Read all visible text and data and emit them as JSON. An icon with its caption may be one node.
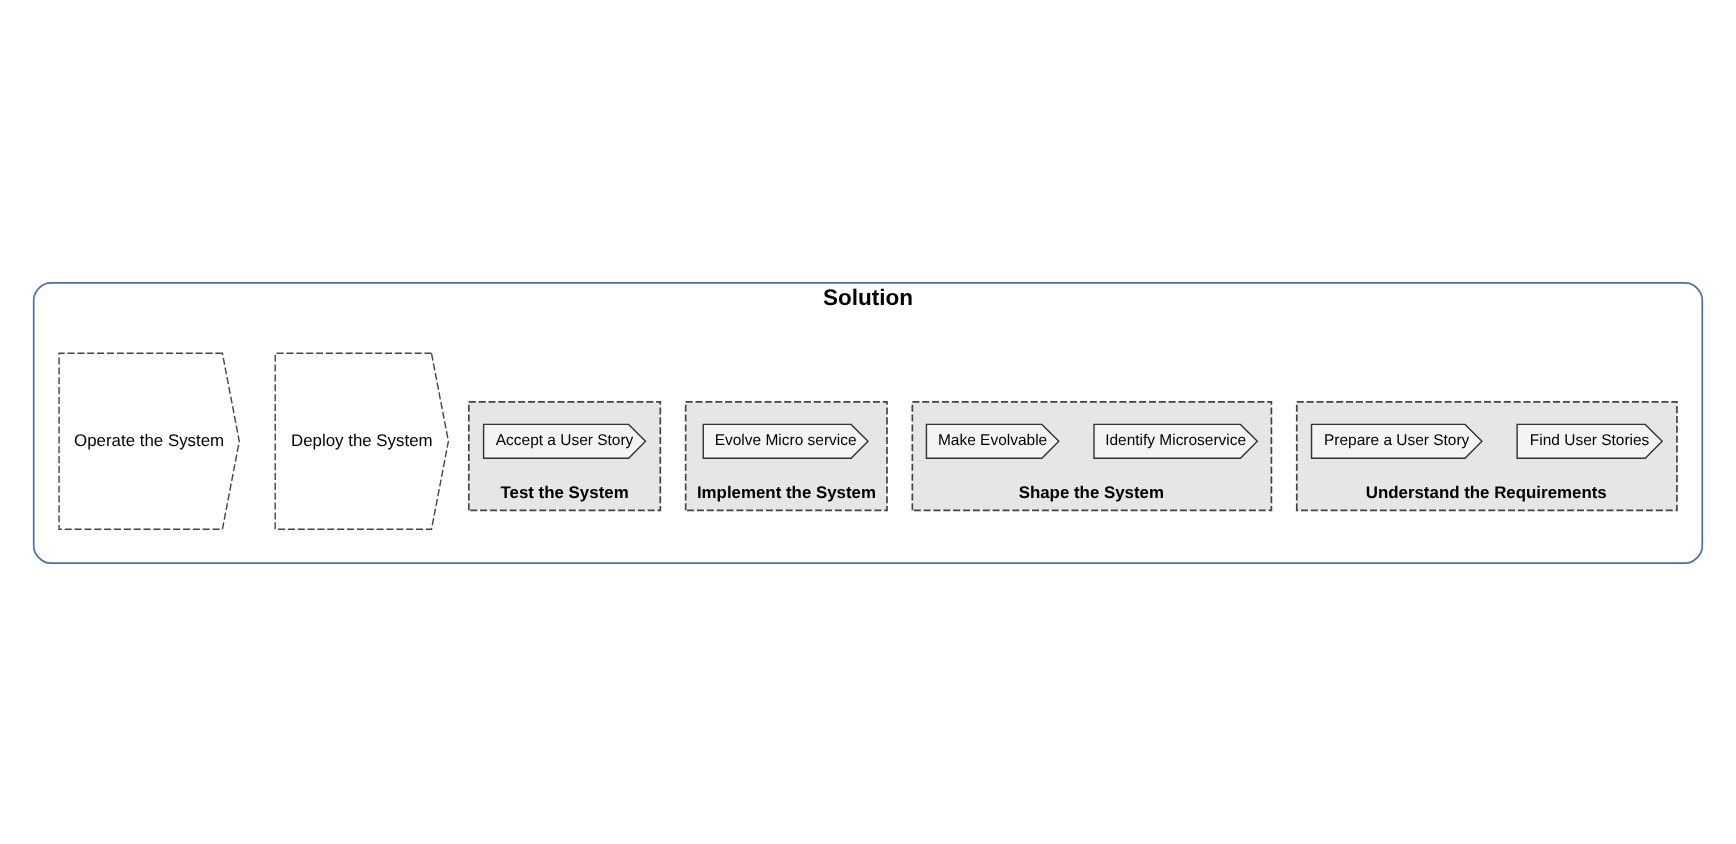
{
  "diagram": {
    "nodes": [
      {
        "text": [
          "Solution"
        ]
      },
      {
        "text": [
          "Understand the Requirements"
        ],
        "in": 0
      },
      {
        "text": [
          "Find User Stories"
        ],
        "in": 1
      },
      {
        "text": [
          "Prepare a User Story"
        ],
        "in": 1
      },
      {
        "text": [
          "Shape the System"
        ],
        "in": 0
      },
      {
        "text": [
          "Identify Microservice"
        ],
        "in": 4
      },
      {
        "text": [
          "Make Evolvable"
        ],
        "in": 4
      },
      {
        "text": [
          "Implement the System"
        ],
        "in": 0
      },
      {
        "text": [
          "Evolve Micro service"
        ],
        "in": 7
      },
      {
        "text": [
          "Test the System"
        ],
        "in": 0
      },
      {
        "text": [
          "Accept a User Story"
        ],
        "in": 9
      },
      {
        "text": [
          "Deploy the System"
        ],
        "in": 0
      },
      {
        "text": [
          "Operate the System"
        ],
        "in": 0
      }
    ]
  }
}
